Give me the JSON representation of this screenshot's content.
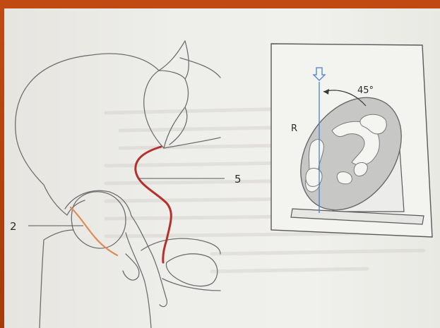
{
  "figure": {
    "left_panel": {
      "callouts": [
        {
          "id": "callout-2",
          "label": "2"
        },
        {
          "id": "callout-5",
          "label": "5"
        }
      ],
      "line_colors": {
        "callout_2_line": "#e08a55",
        "callout_5_line": "#b5312c"
      }
    },
    "right_panel": {
      "side_marker": "R",
      "angle_label": "45°",
      "beam_arrow_color": "#4a7fd6",
      "beam_line_color": "#4a7fd6"
    }
  }
}
